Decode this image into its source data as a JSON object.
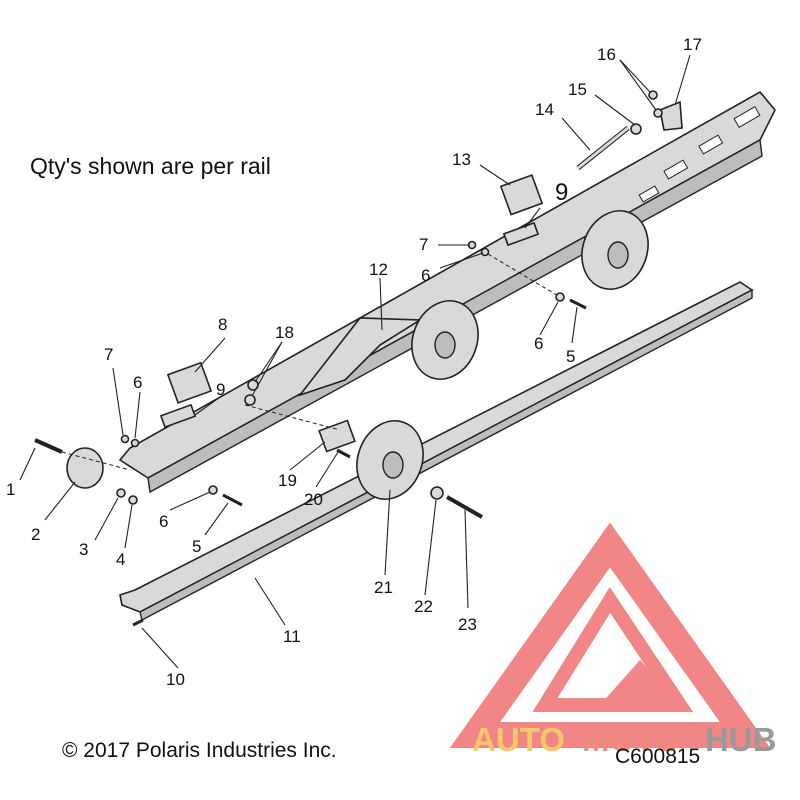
{
  "diagram": {
    "note": "Qty's shown are per rail",
    "copyright": "© 2017 Polaris Industries Inc.",
    "diagram_code": "C600815",
    "callouts": [
      "1",
      "2",
      "3",
      "4",
      "5",
      "5",
      "6",
      "6",
      "6",
      "6",
      "7",
      "7",
      "8",
      "9",
      "9",
      "10",
      "11",
      "12",
      "13",
      "14",
      "15",
      "16",
      "17",
      "18",
      "19",
      "20",
      "21",
      "22",
      "23"
    ]
  },
  "watermark": {
    "part1": "AUTO",
    "part2": "MOTO",
    "part3": "HUB",
    "colors": {
      "triangle": "#f07070",
      "auto": "#f5c96a",
      "moto": "#f08a7a",
      "hub": "#9a9a9a"
    }
  }
}
